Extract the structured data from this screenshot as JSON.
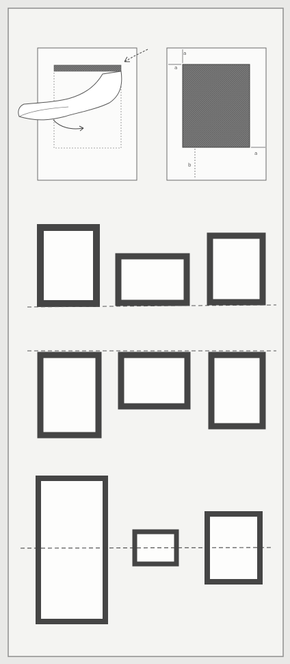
{
  "colors": {
    "paper": "#f6f6f4",
    "frame": "#4a4a4a",
    "mat_fill": "#7a7a7a",
    "guide": "#555555",
    "outer_border": "#9a9a9a"
  },
  "figure_top": {
    "left_panel_icon": "mounting-hinge-icon",
    "right_panel_labels": [
      "a",
      "a",
      "a",
      "b"
    ]
  },
  "sections": [
    {
      "id": "bottom-aligned",
      "guide": "baseline",
      "frames": 3
    },
    {
      "id": "top-aligned",
      "guide": "topline",
      "frames": 3
    },
    {
      "id": "center-aligned",
      "guide": "centerline",
      "frames": 3
    }
  ]
}
